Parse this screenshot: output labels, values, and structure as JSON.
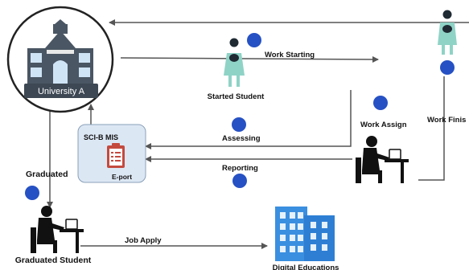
{
  "nodes": {
    "university": "University A",
    "started_student": "Started Student",
    "work_assign": "Work Assign",
    "work_finish": "Work Finis",
    "mis_title": "SCI-B MIS",
    "eport": "E-port",
    "graduated_student": "Graduated Student",
    "digital_educations": "Digital Educations"
  },
  "edges": {
    "work_starting": "Work Starting",
    "assessing": "Assessing",
    "reporting": "Reporting",
    "graduated": "Graduated",
    "job_apply": "Job Apply"
  },
  "colors": {
    "dot": "#2651c4",
    "panel_bg": "#dce7f4",
    "building": "#3a8fe0",
    "figure_teal": "#8fd3c6",
    "line": "#555555"
  }
}
